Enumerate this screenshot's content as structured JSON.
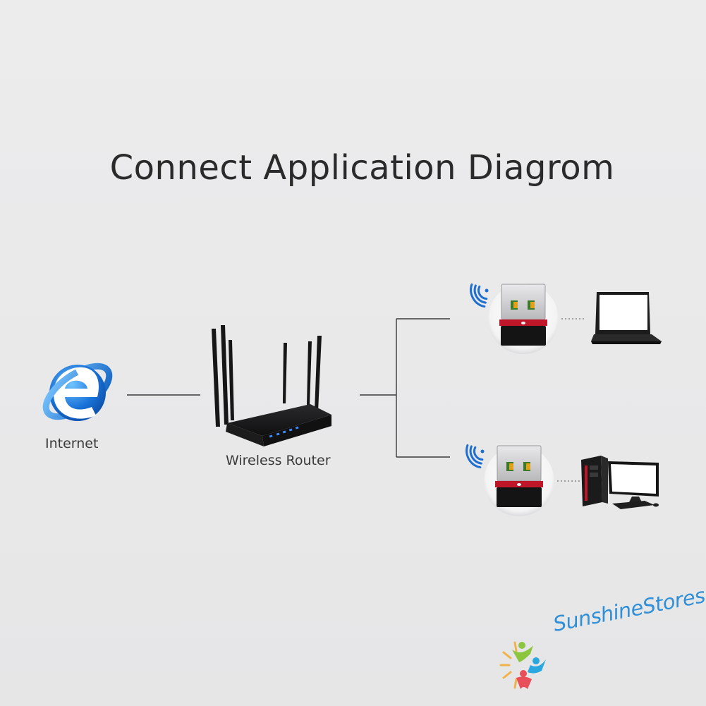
{
  "title": "Connect Application Diagrom",
  "nodes": {
    "internet": {
      "label": "Internet",
      "icon": "internet-explorer-icon"
    },
    "router": {
      "label": "Wireless Router",
      "icon": "wireless-router-icon"
    },
    "adapter_top": {
      "icon": "usb-wifi-adapter-icon"
    },
    "adapter_bottom": {
      "icon": "usb-wifi-adapter-icon"
    },
    "laptop": {
      "icon": "laptop-icon"
    },
    "desktop": {
      "icon": "desktop-computer-icon"
    }
  },
  "watermark": {
    "text": "SunshineStores"
  },
  "colors": {
    "background": "#e9e9ea",
    "line": "#3a3a3a",
    "wifi_blue": "#1e6fd0",
    "ie_blue": "#1a73d9",
    "adapter_red": "#c0162a",
    "watermark_blue": "#2f8fd8"
  }
}
